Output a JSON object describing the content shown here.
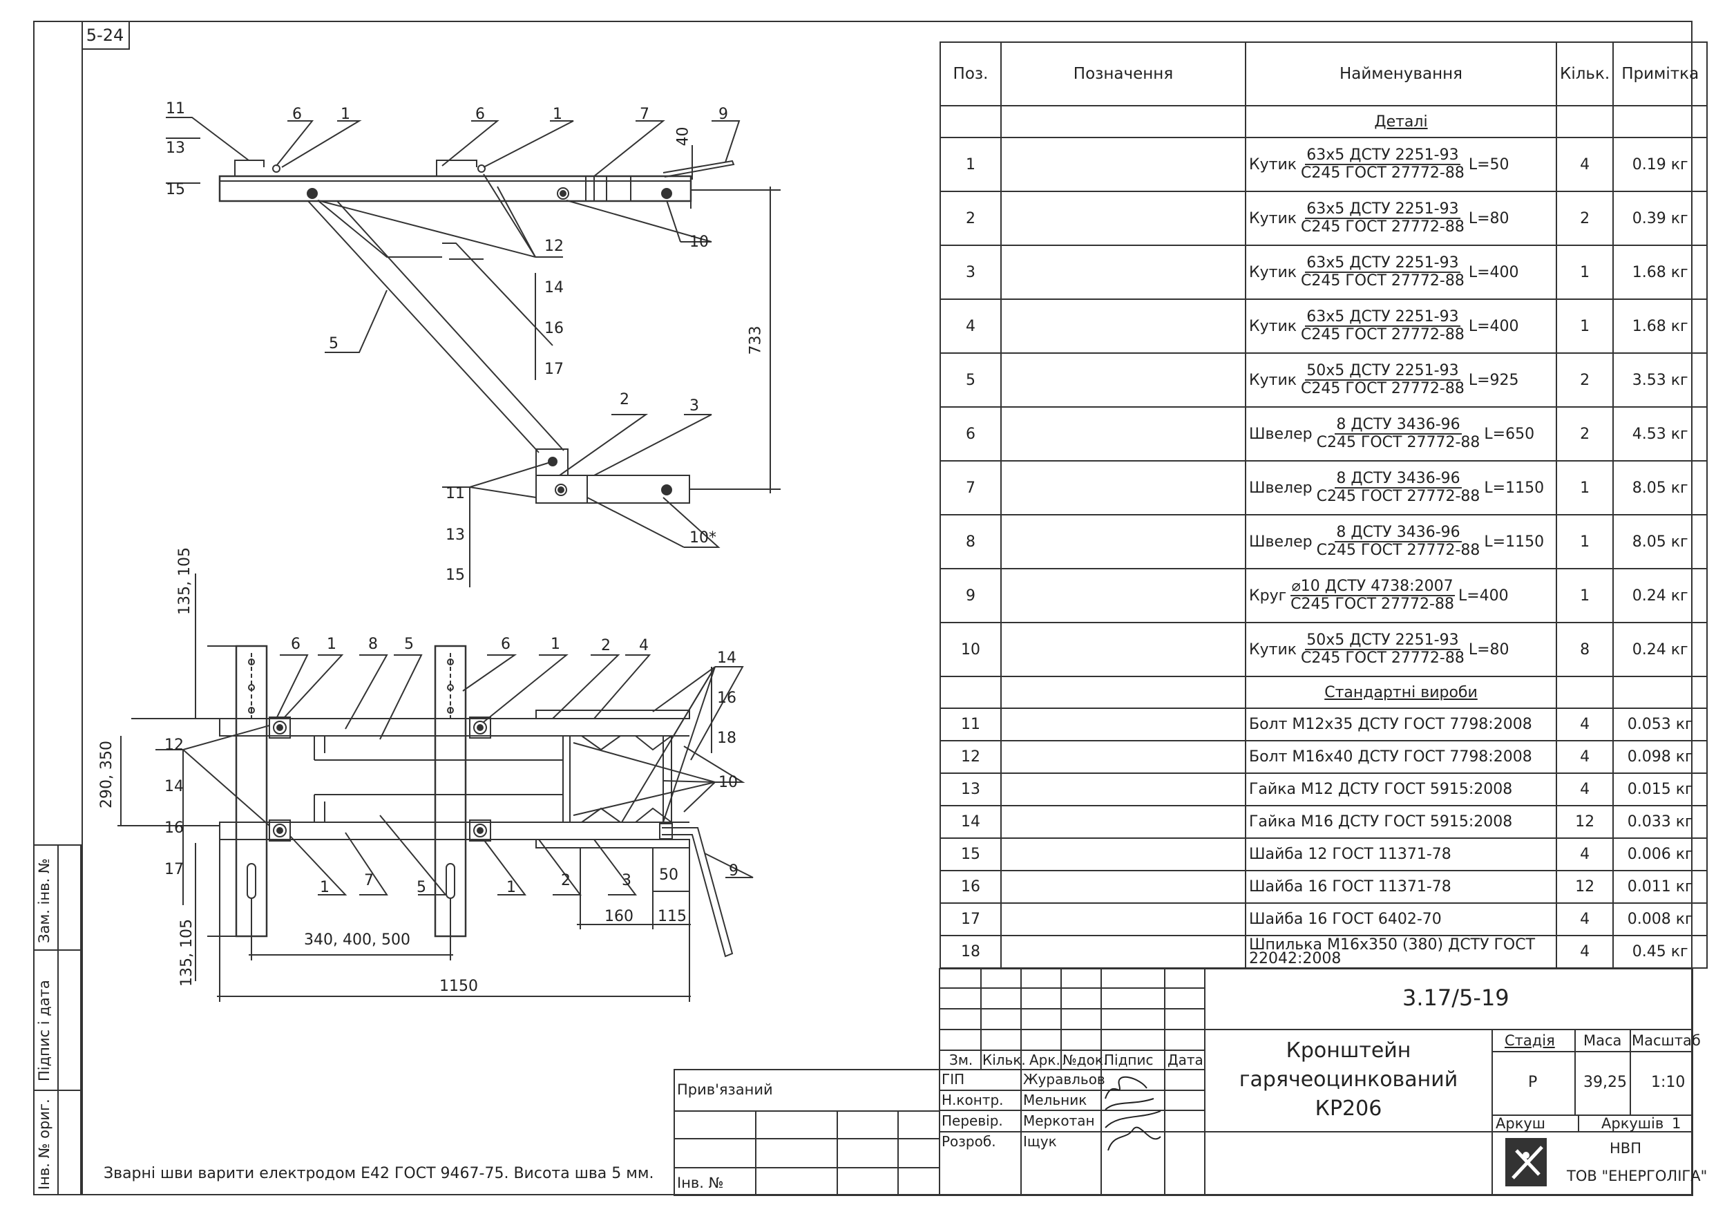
{
  "sheet_number": "5-24",
  "spec_table": {
    "headers": {
      "pos": "Поз.",
      "designation": "Позначення",
      "name": "Найменування",
      "qty": "Кільк.",
      "note": "Примітка"
    },
    "section_parts": "Деталі",
    "section_standard": "Стандартні вироби",
    "parts": [
      {
        "pos": "1",
        "prefix": "Кутик",
        "num": "63х5 ДСТУ 2251-93",
        "den": "С245 ГОСТ 27772-88",
        "len": "L=50",
        "qty": "4",
        "note": "0.19 кг"
      },
      {
        "pos": "2",
        "prefix": "Кутик",
        "num": "63х5 ДСТУ 2251-93",
        "den": "С245 ГОСТ 27772-88",
        "len": "L=80",
        "qty": "2",
        "note": "0.39 кг"
      },
      {
        "pos": "3",
        "prefix": "Кутик",
        "num": "63х5 ДСТУ 2251-93",
        "den": "С245 ГОСТ 27772-88",
        "len": "L=400",
        "qty": "1",
        "note": "1.68 кг"
      },
      {
        "pos": "4",
        "prefix": "Кутик",
        "num": "63х5 ДСТУ 2251-93",
        "den": "С245 ГОСТ 27772-88",
        "len": "L=400",
        "qty": "1",
        "note": "1.68 кг"
      },
      {
        "pos": "5",
        "prefix": "Кутик",
        "num": "50х5 ДСТУ 2251-93",
        "den": "С245 ГОСТ 27772-88",
        "len": "L=925",
        "qty": "2",
        "note": "3.53 кг"
      },
      {
        "pos": "6",
        "prefix": "Швелер",
        "num": "8 ДСТУ 3436-96",
        "den": "С245 ГОСТ 27772-88",
        "len": "L=650",
        "qty": "2",
        "note": "4.53 кг"
      },
      {
        "pos": "7",
        "prefix": "Швелер",
        "num": "8 ДСТУ 3436-96",
        "den": "С245 ГОСТ 27772-88",
        "len": "L=1150",
        "qty": "1",
        "note": "8.05 кг"
      },
      {
        "pos": "8",
        "prefix": "Швелер",
        "num": "8 ДСТУ 3436-96",
        "den": "С245 ГОСТ 27772-88",
        "len": "L=1150",
        "qty": "1",
        "note": "8.05 кг"
      },
      {
        "pos": "9",
        "prefix": "Круг",
        "num": "⌀10 ДСТУ 4738:2007",
        "den": "С245 ГОСТ 27772-88",
        "len": "L=400",
        "qty": "1",
        "note": "0.24 кг"
      },
      {
        "pos": "10",
        "prefix": "Кутик",
        "num": "50х5 ДСТУ 2251-93",
        "den": "С245 ГОСТ 27772-88",
        "len": "L=80",
        "qty": "8",
        "note": "0.24 кг"
      }
    ],
    "standard": [
      {
        "pos": "11",
        "name": "Болт М12х35 ДСТУ ГОСТ 7798:2008",
        "qty": "4",
        "note": "0.053 кг"
      },
      {
        "pos": "12",
        "name": "Болт М16х40 ДСТУ ГОСТ 7798:2008",
        "qty": "4",
        "note": "0.098 кг"
      },
      {
        "pos": "13",
        "name": "Гайка М12 ДСТУ ГОСТ 5915:2008",
        "qty": "4",
        "note": "0.015 кг"
      },
      {
        "pos": "14",
        "name": "Гайка М16 ДСТУ ГОСТ 5915:2008",
        "qty": "12",
        "note": "0.033 кг"
      },
      {
        "pos": "15",
        "name": "Шайба 12 ГОСТ 11371-78",
        "qty": "4",
        "note": "0.006 кг"
      },
      {
        "pos": "16",
        "name": "Шайба 16 ГОСТ 11371-78",
        "qty": "12",
        "note": "0.011 кг"
      },
      {
        "pos": "17",
        "name": "Шайба 16 ГОСТ 6402-70",
        "qty": "4",
        "note": "0.008 кг"
      },
      {
        "pos": "18",
        "name": "Шпилька М16х350 (380) ДСТУ ГОСТ 22042:2008",
        "qty": "4",
        "note": "0.45 кг"
      }
    ]
  },
  "title_block": {
    "doc_code": "3.17/5-19",
    "title_line1": "Кронштейн",
    "title_line2": "гарячеоцинкований",
    "title_line3": "КР206",
    "stage_label": "Стадія",
    "mass_label": "Маса",
    "scale_label": "Масштаб",
    "stage": "Р",
    "mass": "39,25",
    "scale": "1:10",
    "sheet_label": "Аркуш",
    "sheets_label": "Аркушів",
    "sheets": "1",
    "org_line1": "НВП",
    "org_line2": "ТОВ \"ЕНЕРГОЛІГА\"",
    "col_headers": [
      "Зм.",
      "Кільк.",
      "Арк.",
      "№док.",
      "Підпис",
      "Дата"
    ],
    "roles": [
      {
        "role": "ГІП",
        "name": "Журавльов"
      },
      {
        "role": "Н.контр.",
        "name": "Мельник"
      },
      {
        "role": "Перевір.",
        "name": "Меркотан"
      },
      {
        "role": "Розроб.",
        "name": "Іщук"
      }
    ]
  },
  "binding": {
    "label": "Прив'язаний",
    "inv_label": "Інв. №"
  },
  "side_stamp": {
    "zam": "Зам. інв. №",
    "pidpys": "Підпис і дата",
    "orig": "Інв. № ориг."
  },
  "note_text": "Зварні шви варити електродом Е42 ГОСТ 9467-75. Висота шва 5 мм.",
  "drawing_labels": {
    "top_view": {
      "callouts": [
        "11",
        "13",
        "15",
        "6",
        "1",
        "6",
        "1",
        "7",
        "9",
        "12",
        "14",
        "16",
        "17",
        "10",
        "5",
        "2",
        "3",
        "11",
        "13",
        "15",
        "10*"
      ],
      "dim_40": "40",
      "dim_733": "733"
    },
    "plan_view": {
      "callouts": [
        "6",
        "1",
        "8",
        "5",
        "6",
        "1",
        "2",
        "4",
        "14",
        "16",
        "18",
        "12",
        "14",
        "16",
        "17",
        "10",
        "1",
        "7",
        "5",
        "1",
        "2",
        "3",
        "50",
        "9"
      ],
      "dim_135a": "135, 105",
      "dim_290": "290, 350",
      "dim_135b": "135, 105",
      "dim_340": "340, 400, 500",
      "dim_160": "160",
      "dim_115": "115",
      "dim_1150": "1150"
    }
  }
}
